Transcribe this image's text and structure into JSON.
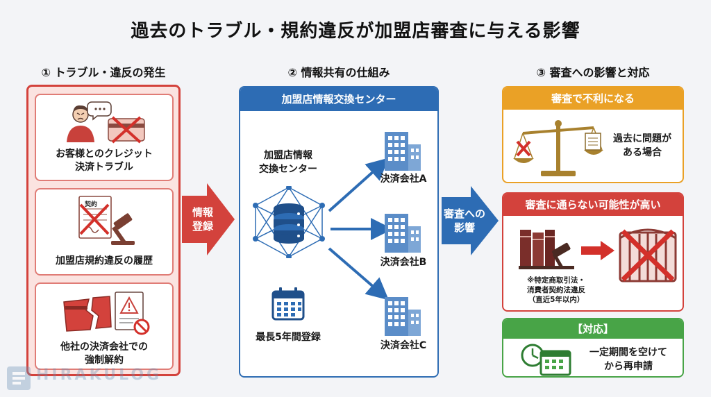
{
  "title": "過去のトラブル・規約違反が加盟店審査に与える影響",
  "sections": {
    "s1": "① トラブル・違反の発生",
    "s2": "② 情報共有の仕組み",
    "s3": "③ 審査への影響と対応"
  },
  "col1": {
    "card1": "お客様とのクレジット\n決済トラブル",
    "card2": "加盟店規約違反の履歴",
    "card2_doc_label": "契約",
    "card3": "他社の決済会社での\n強制解約"
  },
  "arrows": {
    "a1": "情報\n登録",
    "a2": "審査への\n影響"
  },
  "col2": {
    "header": "加盟店情報交換センター",
    "center_label": "加盟店情報\n交換センター",
    "company_a": "決済会社A",
    "company_b": "決済会社B",
    "company_c": "決済会社C",
    "retention": "最長5年間登録"
  },
  "col3": {
    "p1_header": "審査で不利になる",
    "p1_text": "過去に問題が\nある場合",
    "p2_header": "審査に通らない可能性が高い",
    "p2_note": "※特定商取引法・\n消費者契約法違反\n（直近5年以内）",
    "p3_header": "【対応】",
    "p3_text": "一定期間を空けて\nから再申請"
  },
  "colors": {
    "red": "#d3423c",
    "blue": "#2d6cb4",
    "orange": "#eaa126",
    "green": "#48a447"
  },
  "watermark": {
    "text": "HIRAKULOG"
  }
}
